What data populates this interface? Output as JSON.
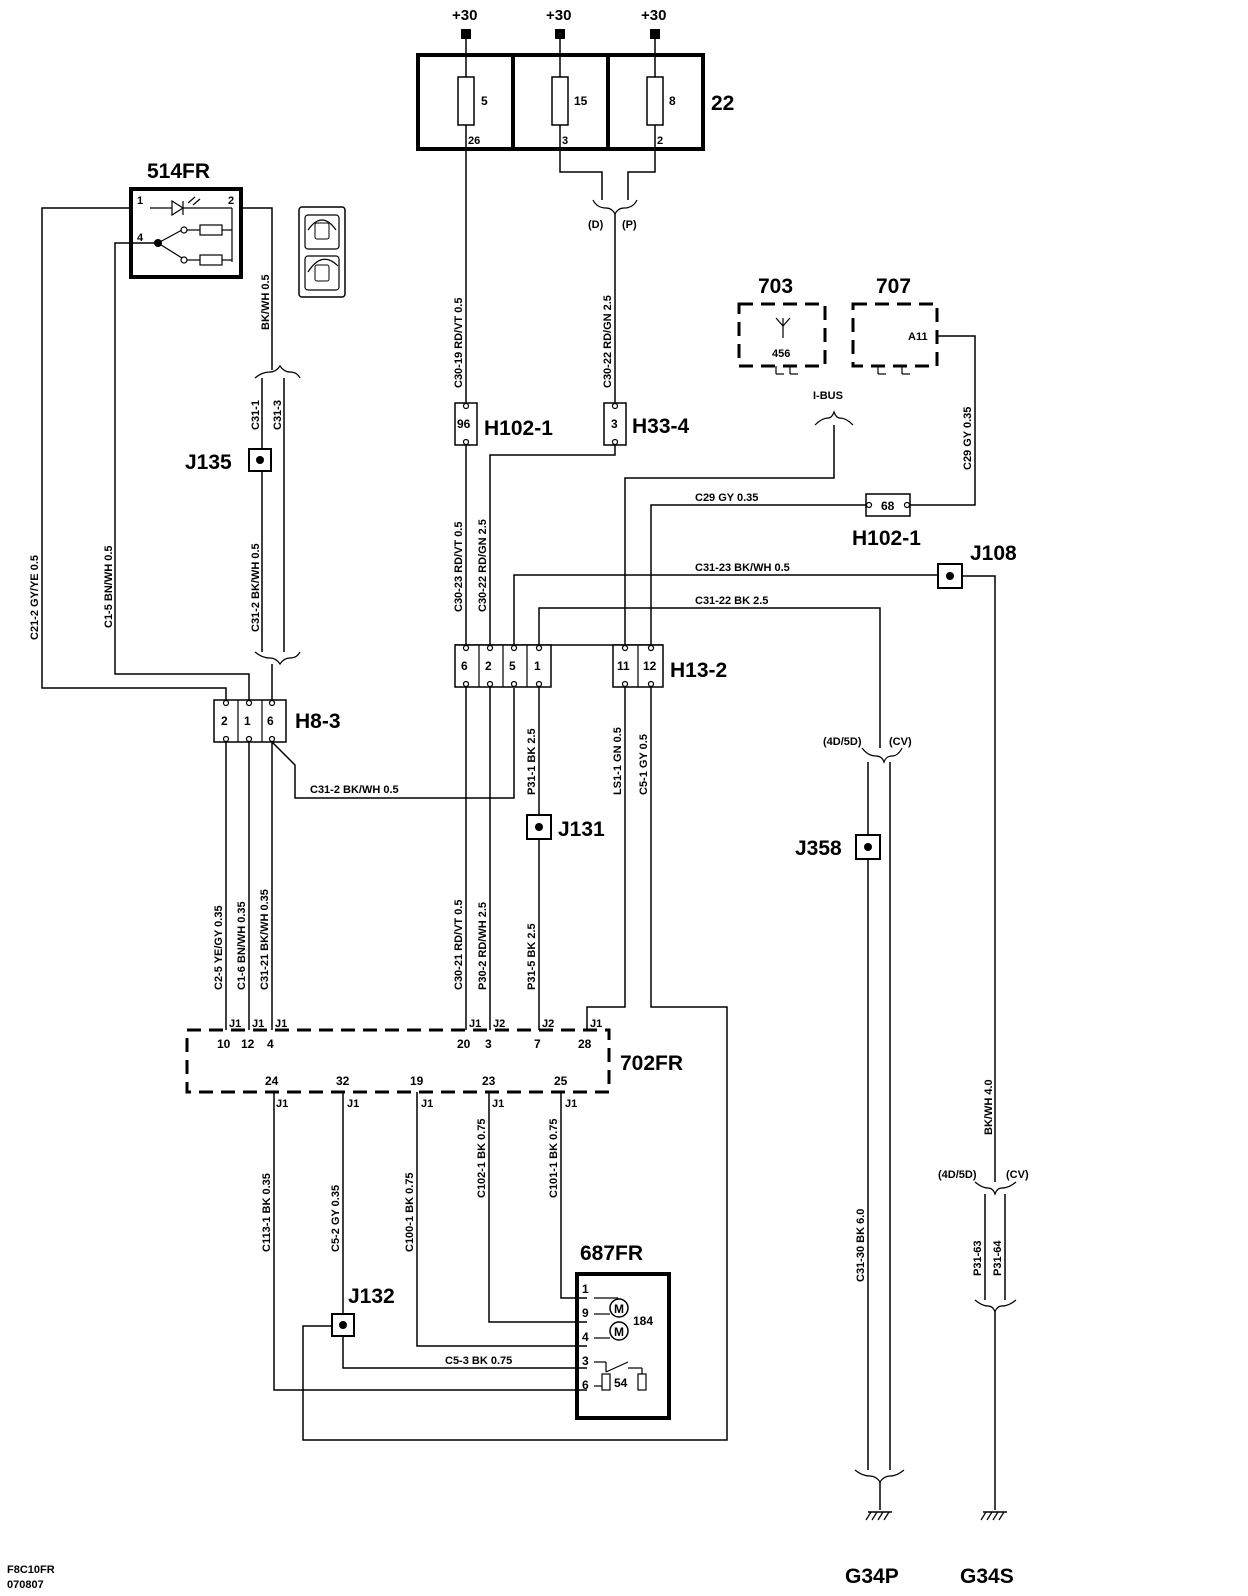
{
  "supply": [
    "+30",
    "+30",
    "+30"
  ],
  "fusebox": {
    "id": "22",
    "fuses": [
      "5",
      "15",
      "8"
    ],
    "outputs": [
      "26",
      "3",
      "2"
    ]
  },
  "variants": {
    "d": "(D)",
    "p": "(P)",
    "d45": "(4D/5D)",
    "cv": "(CV)"
  },
  "components": {
    "c514": {
      "id": "514FR",
      "pins": [
        "1",
        "2",
        "4"
      ]
    },
    "c703": {
      "id": "703",
      "pin": "456"
    },
    "c707": {
      "id": "707",
      "pin": "A11"
    },
    "c702": {
      "id": "702FR"
    },
    "c687": {
      "id": "687FR",
      "pins": [
        "1",
        "9",
        "4",
        "3",
        "6"
      ],
      "motor": "M",
      "motor_ref": "184",
      "switch_ref": "54"
    }
  },
  "connectors": {
    "h102a": {
      "id": "H102-1",
      "pin": "96"
    },
    "h33": {
      "id": "H33-4",
      "pin": "3"
    },
    "h102b": {
      "id": "H102-1",
      "pin": "68"
    },
    "h132": {
      "id": "H13-2",
      "pins": [
        "6",
        "2",
        "5",
        "1",
        "11",
        "12"
      ]
    },
    "h83": {
      "id": "H8-3",
      "pins": [
        "2",
        "1",
        "6"
      ]
    }
  },
  "splices": {
    "j135": "J135",
    "j108": "J108",
    "j131": "J131",
    "j358": "J358",
    "j132": "J132"
  },
  "grounds": {
    "g34p": "G34P",
    "g34s": "G34S"
  },
  "ibus": "I-BUS",
  "wires": {
    "bkwh05": "BK/WH  0.5",
    "c31_1": "C31-1",
    "c31_3": "C31-3",
    "c31_2v": "C31-2  BK/WH  0.5",
    "c21_2": "C21-2  GY/YE  0.5",
    "c1_5": "C1-5  BN/WH  0.5",
    "c30_19": "C30-19  RD/VT  0.5",
    "c30_22a": "C30-22  RD/GN  2.5",
    "c29v": "C29  GY  0.35",
    "c29h": "C29  GY  0.35",
    "c30_23": "C30-23  RD/VT  0.5",
    "c30_22b": "C30-22  RD/GN  2.5",
    "c31_23": "C31-23  BK/WH    0.5",
    "c31_22": "C31-22  BK  2.5",
    "c31_2h": "C31-2    BK/WH  0.5",
    "p31_1": "P31-1  BK  2.5",
    "ls1_1": "LS1-1  GN  0.5",
    "c5_1": "C5-1  GY  0.5",
    "c2_5": "C2-5  YE/GY  0.35",
    "c1_6": "C1-6  BN/WH  0.35",
    "c31_21": "C31-21  BK/WH  0.35",
    "c30_21": "C30-21  RD/VT  0.5",
    "p30_2": "P30-2  RD/WH  2.5",
    "p31_5": "P31-5  BK  2.5",
    "c113_1": "C113-1  BK  0.35",
    "c5_2": "C5-2  GY  0.35",
    "c100_1": "C100-1  BK  0.75",
    "c102_1": "C102-1  BK  0.75",
    "c101_1": "C101-1  BK  0.75",
    "c5_3": "C5-3   BK   0.75",
    "c31_30": "C31-30  BK  6.0",
    "bkwh40": "BK/WH    4.0",
    "p31_63": "P31-63",
    "p31_64": "P31-64"
  },
  "pins702": {
    "top": [
      "10",
      "12",
      "4",
      "20",
      "3",
      "7",
      "28"
    ],
    "top_conn": [
      "J1",
      "J1",
      "J1",
      "J1",
      "J2",
      "J2",
      "J1"
    ],
    "bottom": [
      "24",
      "32",
      "19",
      "23",
      "25"
    ],
    "bottom_conn": [
      "J1",
      "J1",
      "J1",
      "J1",
      "J1"
    ]
  },
  "footer": {
    "code": "F8C10FR",
    "date": "070807"
  }
}
